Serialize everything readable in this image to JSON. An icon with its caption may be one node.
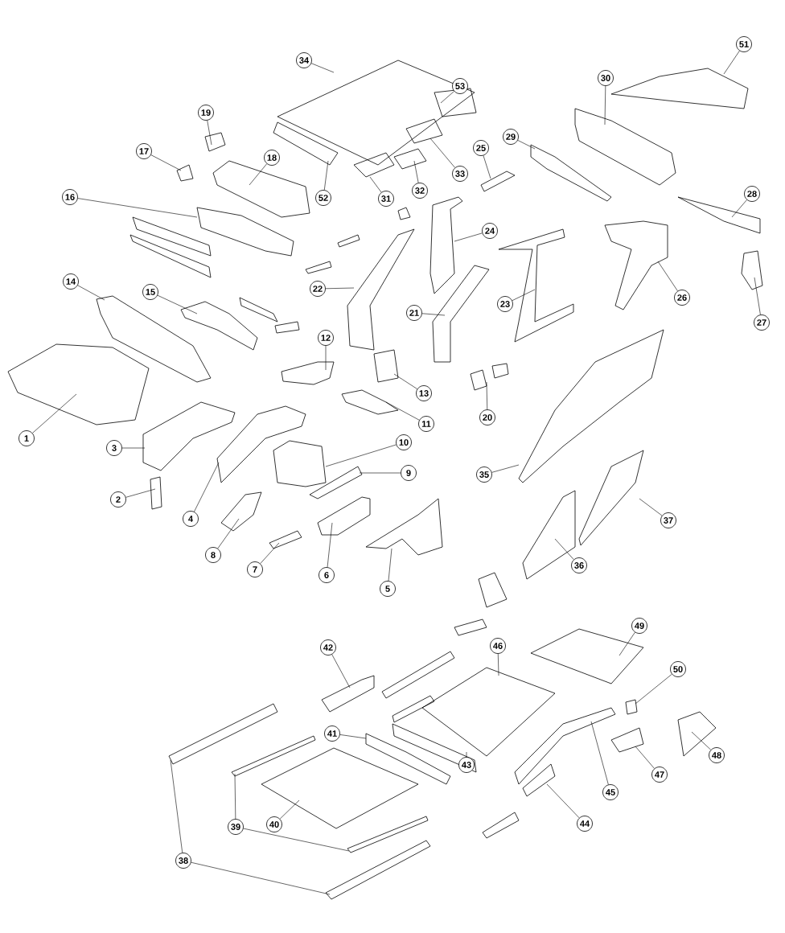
{
  "diagram": {
    "nodes": [
      {
        "text": [
          "1"
        ]
      },
      {
        "text": [
          "2"
        ]
      },
      {
        "text": [
          "3"
        ]
      },
      {
        "text": [
          "4"
        ]
      },
      {
        "text": [
          "5"
        ]
      },
      {
        "text": [
          "6"
        ]
      },
      {
        "text": [
          "7"
        ]
      },
      {
        "text": [
          "8"
        ]
      },
      {
        "text": [
          "9"
        ]
      },
      {
        "text": [
          "10"
        ]
      },
      {
        "text": [
          "11"
        ]
      },
      {
        "text": [
          "12"
        ]
      },
      {
        "text": [
          "13"
        ]
      },
      {
        "text": [
          "14"
        ]
      },
      {
        "text": [
          "15"
        ]
      },
      {
        "text": [
          "16"
        ]
      },
      {
        "text": [
          "17"
        ]
      },
      {
        "text": [
          "18"
        ]
      },
      {
        "text": [
          "19"
        ]
      },
      {
        "text": [
          "20"
        ]
      },
      {
        "text": [
          "21"
        ]
      },
      {
        "text": [
          "22"
        ]
      },
      {
        "text": [
          "23"
        ]
      },
      {
        "text": [
          "24"
        ]
      },
      {
        "text": [
          "25"
        ]
      },
      {
        "text": [
          "26"
        ]
      },
      {
        "text": [
          "27"
        ]
      },
      {
        "text": [
          "28"
        ]
      },
      {
        "text": [
          "29"
        ]
      },
      {
        "text": [
          "30"
        ]
      },
      {
        "text": [
          "31"
        ]
      },
      {
        "text": [
          "32"
        ]
      },
      {
        "text": [
          "33"
        ]
      },
      {
        "text": [
          "34"
        ]
      },
      {
        "text": [
          "35"
        ]
      },
      {
        "text": [
          "36"
        ]
      },
      {
        "text": [
          "37"
        ]
      },
      {
        "text": [
          "38"
        ]
      },
      {
        "text": [
          "39"
        ]
      },
      {
        "text": [
          "40"
        ]
      },
      {
        "text": [
          "41"
        ]
      },
      {
        "text": [
          "42"
        ]
      },
      {
        "text": [
          "43"
        ]
      },
      {
        "text": [
          "44"
        ]
      },
      {
        "text": [
          "45"
        ]
      },
      {
        "text": [
          "46"
        ]
      },
      {
        "text": [
          "47"
        ]
      },
      {
        "text": [
          "48"
        ]
      },
      {
        "text": [
          "49"
        ]
      },
      {
        "text": [
          "50"
        ]
      },
      {
        "text": [
          "51"
        ]
      },
      {
        "text": [
          "52"
        ]
      },
      {
        "text": [
          "53"
        ]
      }
    ],
    "edges": [
      {
        "from": 0,
        "to": null,
        "arrow": "none"
      },
      {
        "from": 1,
        "to": null,
        "arrow": "none"
      },
      {
        "from": 2,
        "to": null,
        "arrow": "none"
      },
      {
        "from": 3,
        "to": null,
        "arrow": "none"
      },
      {
        "from": 4,
        "to": null,
        "arrow": "none"
      },
      {
        "from": 5,
        "to": null,
        "arrow": "none"
      },
      {
        "from": 6,
        "to": null,
        "arrow": "none"
      },
      {
        "from": 7,
        "to": null,
        "arrow": "none"
      },
      {
        "from": 8,
        "to": null,
        "arrow": "none"
      },
      {
        "from": 9,
        "to": null,
        "arrow": "none"
      },
      {
        "from": 10,
        "to": null,
        "arrow": "none"
      },
      {
        "from": 11,
        "to": null,
        "arrow": "none"
      },
      {
        "from": 12,
        "to": null,
        "arrow": "none"
      },
      {
        "from": 13,
        "to": null,
        "arrow": "none"
      },
      {
        "from": 14,
        "to": null,
        "arrow": "none"
      },
      {
        "from": 15,
        "to": null,
        "arrow": "none"
      },
      {
        "from": 16,
        "to": null,
        "arrow": "none"
      },
      {
        "from": 17,
        "to": null,
        "arrow": "none"
      },
      {
        "from": 18,
        "to": null,
        "arrow": "none"
      },
      {
        "from": 19,
        "to": null,
        "arrow": "none"
      },
      {
        "from": 20,
        "to": null,
        "arrow": "none"
      },
      {
        "from": 21,
        "to": null,
        "arrow": "none"
      },
      {
        "from": 22,
        "to": null,
        "arrow": "none"
      },
      {
        "from": 23,
        "to": null,
        "arrow": "none"
      },
      {
        "from": 24,
        "to": null,
        "arrow": "none"
      },
      {
        "from": 25,
        "to": null,
        "arrow": "none"
      },
      {
        "from": 26,
        "to": null,
        "arrow": "none"
      },
      {
        "from": 27,
        "to": null,
        "arrow": "none"
      },
      {
        "from": 28,
        "to": null,
        "arrow": "none"
      },
      {
        "from": 29,
        "to": null,
        "arrow": "none"
      },
      {
        "from": 30,
        "to": null,
        "arrow": "none"
      },
      {
        "from": 31,
        "to": null,
        "arrow": "none"
      },
      {
        "from": 32,
        "to": null,
        "arrow": "none"
      },
      {
        "from": 33,
        "to": null,
        "arrow": "none"
      },
      {
        "from": 34,
        "to": null,
        "arrow": "none"
      },
      {
        "from": 35,
        "to": null,
        "arrow": "none"
      },
      {
        "from": 36,
        "to": null,
        "arrow": "none"
      },
      {
        "from": 37,
        "to": null,
        "arrow": "none"
      },
      {
        "from": 37,
        "to": null,
        "arrow": "none"
      },
      {
        "from": 38,
        "to": null,
        "arrow": "none"
      },
      {
        "from": 38,
        "to": null,
        "arrow": "none"
      },
      {
        "from": 39,
        "to": null,
        "arrow": "none"
      },
      {
        "from": 40,
        "to": null,
        "arrow": "none"
      },
      {
        "from": 41,
        "to": null,
        "arrow": "none"
      },
      {
        "from": 42,
        "to": null,
        "arrow": "none"
      },
      {
        "from": 43,
        "to": null,
        "arrow": "none"
      },
      {
        "from": 44,
        "to": null,
        "arrow": "none"
      },
      {
        "from": 45,
        "to": null,
        "arrow": "none"
      },
      {
        "from": 46,
        "to": null,
        "arrow": "none"
      },
      {
        "from": 47,
        "to": null,
        "arrow": "none"
      },
      {
        "from": 48,
        "to": null,
        "arrow": "none"
      },
      {
        "from": 49,
        "to": null,
        "arrow": "none"
      },
      {
        "from": 50,
        "to": null,
        "arrow": "none"
      },
      {
        "from": 51,
        "to": null,
        "arrow": "none"
      },
      {
        "from": 52,
        "to": null,
        "arrow": "none"
      }
    ]
  }
}
